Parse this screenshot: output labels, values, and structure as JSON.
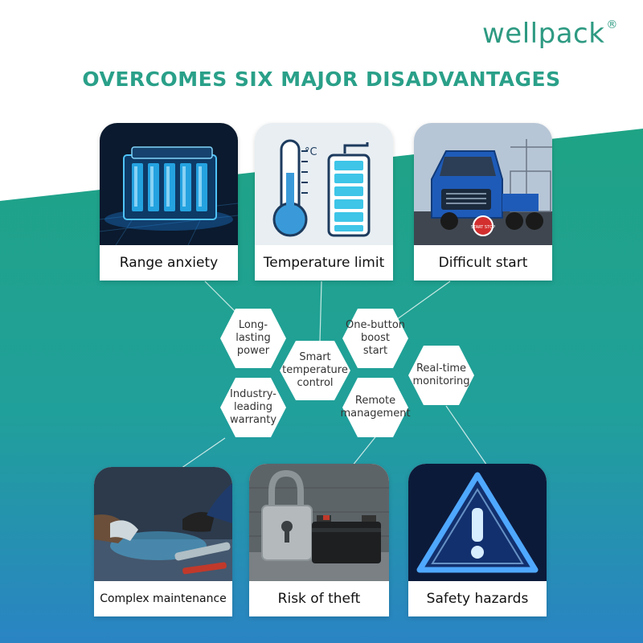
{
  "brand": {
    "name": "wellpack",
    "mark": "®"
  },
  "headline": "OVERCOMES SIX MAJOR DISADVANTAGES",
  "top_cards": [
    {
      "label": "Range anxiety",
      "icon": "battery-icon"
    },
    {
      "label": "Temperature limit",
      "icon": "thermometer-icon"
    },
    {
      "label": "Difficult start",
      "icon": "truck-icon"
    }
  ],
  "bottom_cards": [
    {
      "label": "Complex maintenance",
      "icon": "maintenance-icon"
    },
    {
      "label": "Risk of theft",
      "icon": "padlock-icon"
    },
    {
      "label": "Safety hazards",
      "icon": "warning-icon"
    }
  ],
  "thermometer_unit": "°C",
  "start_stop_button": "START STOP",
  "features": [
    {
      "text": "Long-\nlasting\npower"
    },
    {
      "text": "Smart\ntemperature\ncontrol"
    },
    {
      "text": "One-button\nboost\nstart"
    },
    {
      "text": "Real-time\nmonitoring"
    },
    {
      "text": "Remote\nmanagement"
    },
    {
      "text": "Industry-\nleading\nwarranty"
    }
  ],
  "colors": {
    "accent": "#2aa089",
    "teal": "#1fa18c",
    "blue": "#2e86c1"
  }
}
